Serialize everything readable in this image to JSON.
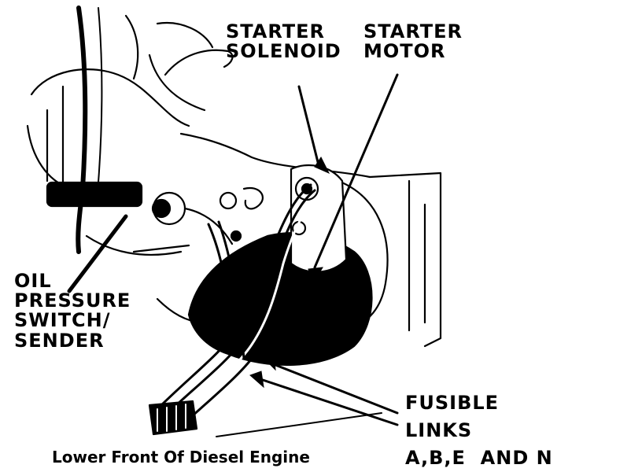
{
  "labels": {
    "starter_solenoid": [
      "STARTER",
      "SOLENOID"
    ],
    "starter_motor": [
      "STARTER",
      "MOTOR"
    ],
    "oil_pressure": [
      "OIL",
      "PRESSURE",
      "SWITCH/",
      "SENDER"
    ],
    "fusible_links": [
      "FUSIBLE",
      "LINKS",
      "A,B,E  AND N"
    ],
    "caption": "Lower Front Of Diesel Engine"
  },
  "colors": {
    "ink": "#000000",
    "paper": "#ffffff"
  }
}
